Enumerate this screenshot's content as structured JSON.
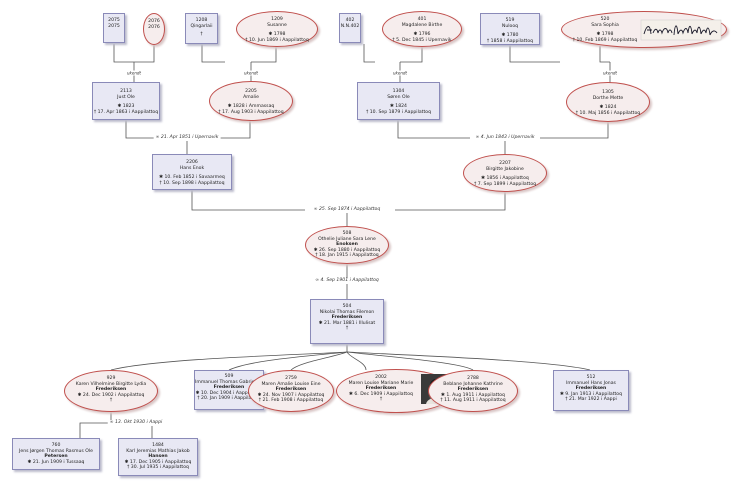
{
  "persons": {
    "p2075": {
      "id": "2075",
      "name": "2075"
    },
    "p2076": {
      "id": "2076",
      "name": "2076"
    },
    "p1208": {
      "id": "1208",
      "name": "Qingarlaii",
      "death": "†"
    },
    "p1209": {
      "id": "1209",
      "name": "Susanne",
      "birth": "✱ 1798",
      "death": "† 10. Jun 1869 i  Aappilattoq"
    },
    "p402": {
      "id": "402",
      "name": "N.N.402"
    },
    "p401": {
      "id": "401",
      "name": "Magdalene Birthe",
      "birth": "✱ 1796",
      "death": "† 5. Dec 1845 i  Upernavik"
    },
    "p519": {
      "id": "519",
      "name": "Nulooq",
      "birth": "✱ 1780",
      "death": "† 1858 i  Aappilattoq"
    },
    "p520": {
      "id": "520",
      "name": "Sara Sophia",
      "birth": "✱ 1798",
      "death": "† 10. Feb 1869 i  Aappilattoq"
    },
    "p2113": {
      "id": "2113",
      "name": "Just Ole",
      "birth": "✱ 1823",
      "death": "† 17. Apr 1863 i  Aappilattoq"
    },
    "p2205": {
      "id": "2205",
      "name": "Amalie",
      "birth": "✱ 1828 i  Ammassaq",
      "death": "† 17. Aug 1903 i  Aappilattoq"
    },
    "p1304": {
      "id": "1304",
      "name": "Søren Ole",
      "birth": "✱ 1824",
      "death": "† 10. Sep 1879 i  Aappilattoq"
    },
    "p1305": {
      "id": "1305",
      "name": "Dorthe Mette",
      "birth": "✱ 1824",
      "death": "† 10. Maj 1856 i  Aappilattoq"
    },
    "p2206": {
      "id": "2206",
      "name": "Hans Enok",
      "birth": "✱ 10. Feb 1852 i  Savaarmeq",
      "death": "† 10. Sep 1898 i  Aappilattoq"
    },
    "p2207": {
      "id": "2207",
      "name": "Birgitte Jakobine",
      "birth": "✱ 1856 i  Aappilattoq",
      "death": "† 7. Sep 1899 i  Aappilattoq"
    },
    "p508": {
      "id": "508",
      "name": "Othelie Juliane Sara Lene",
      "surname": "Enoksen",
      "birth": "✱ 26. Sep 1880 i  Aappilattoq",
      "death": "† 18. Jan 1915 i  Aappilattoq"
    },
    "p504": {
      "id": "504",
      "name": "Nikolai Thomas Filemon",
      "surname": "Frederiksen",
      "birth": "✱ 21. Mar 1881 i  Illulisat",
      "death": "†"
    },
    "p929": {
      "id": "929",
      "name": "Karen Vilhelmine Birgitte Lydia",
      "surname": "Frederiksen",
      "birth": "✱ 24. Dec 1902 i  Aappilattoq",
      "death": "†"
    },
    "p509": {
      "id": "509",
      "name": "Immanuel Thomas Gabriel Pavia",
      "surname": "Frederiksen",
      "birth": "✱ 10. Dec 1904 i  Aappilattoq",
      "death": "† 20. Jan 1909 i  Aappilattoq"
    },
    "p2759": {
      "id": "2759",
      "name": "Maren Amalie Louise Eine",
      "surname": "Frederiksen",
      "birth": "✱ 24. Nov 1907 i  Aappilattoq",
      "death": "† 21. Feb 1908 i  Aappilattoq"
    },
    "p2002": {
      "id": "2002",
      "name": "Maren Louise Mariane Marie",
      "surname": "Frederiksen",
      "birth": "✱ 6. Dec 1909 i  Aappilattoq",
      "death": "†"
    },
    "p2788": {
      "id": "2788",
      "name": "Beblane Johanne Kathrine",
      "surname": "Frederiksen",
      "birth": "✱ 1. Aug 1911 i  Aappilattoq",
      "death": "† 11. Aug 1911 i  Aappilattoq"
    },
    "p512": {
      "id": "512",
      "name": "Immanuel Hans Jonas",
      "surname": "Frederiksen",
      "birth": "✱ 9. Jan 1913 i  Aappilattoq",
      "death": "† 21. Mar 1922 i  Aappi"
    },
    "p760": {
      "id": "760",
      "name": "Jens Jørgen Thomas Rasmus Ole",
      "surname": "Petersen",
      "birth": "✱ 21. Jun 1909 i  Tussaaq"
    },
    "p1484": {
      "id": "1484",
      "name": "Karl Jeremias Mathias Jakob",
      "surname": "Hansen",
      "birth": "✱ 17. Dec 1905 i  Aappilattoq",
      "death": "† 30. Jul 1935 i  Aappilattoq"
    }
  },
  "unions": {
    "u1": "ukendt",
    "u2": "ukendt",
    "u3": "ukendt",
    "u4": "ukendt",
    "m1": "∞  21. Apr 1851 i  Upernavik",
    "m2": "∞  4. Jun 1843 i  Upernavik",
    "m3": "∞  25. Sep 1874 i  Aappilattoq",
    "m4": "∞  4. Sep 1901 i  Aappilattoq",
    "m5": "∞  13. Okt 1930 i  Aappi"
  },
  "signature": "Arnarfaldillijak",
  "colors": {
    "male_fill": "#e8e8f4",
    "male_border": "#8a8ab8",
    "female_fill": "#f6eded",
    "female_border": "#c0504d",
    "line": "#555555"
  }
}
